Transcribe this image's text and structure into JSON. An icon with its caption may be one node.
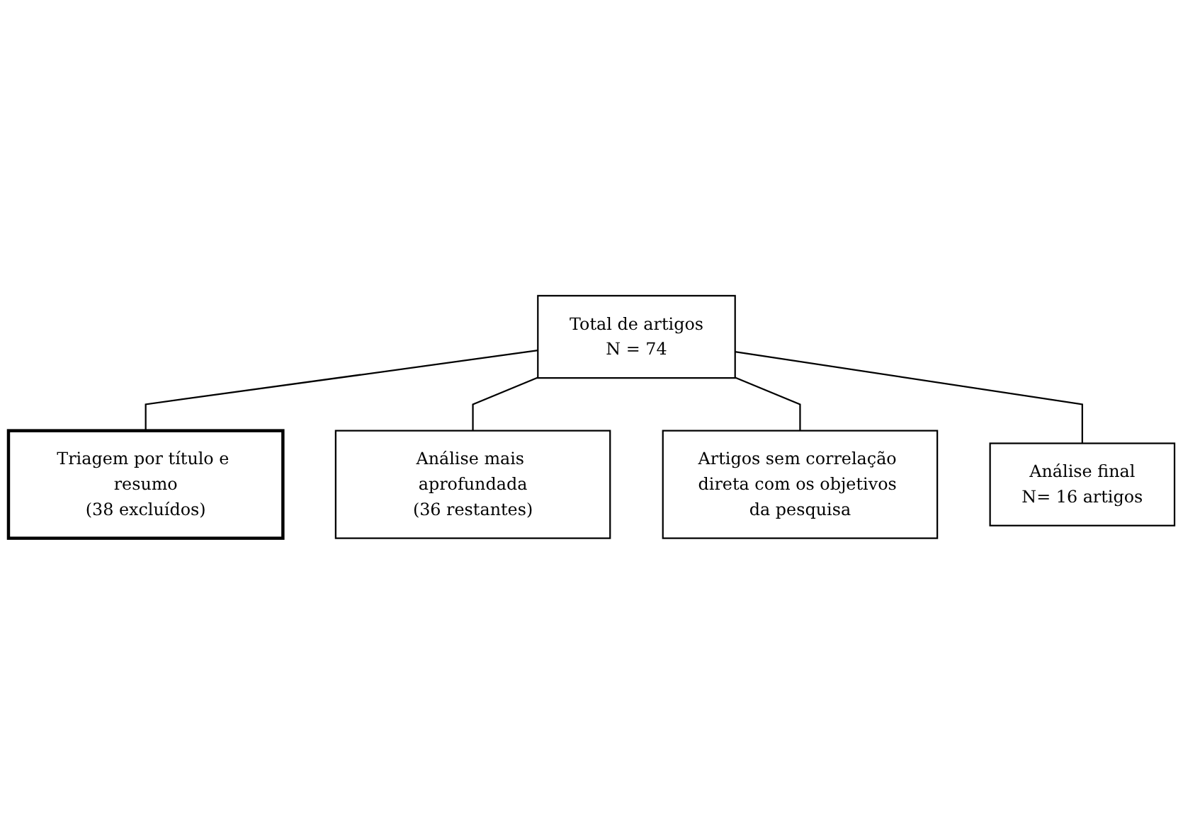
{
  "diagram": {
    "nodes": [
      {
        "text": [
          "Total de artigos",
          "N = 74"
        ]
      },
      {
        "text": [
          "Análise mais aprofundada",
          "(36 restantes)"
        ]
      },
      {
        "text": [
          "Triagem por título e resumo",
          "(38 excluídos)"
        ]
      },
      {
        "text": [
          "Artigos sem correlação direta com os objetivos da pesquisa"
        ]
      },
      {
        "text": [
          "Análise final",
          "N= 16 artigos"
        ]
      }
    ],
    "edges": [
      {
        "from": 0,
        "to": 2,
        "arrow": "none"
      },
      {
        "from": 0,
        "to": 1,
        "arrow": "none"
      },
      {
        "from": 0,
        "to": 3,
        "arrow": "none"
      },
      {
        "from": 0,
        "to": 4,
        "arrow": "none"
      }
    ]
  }
}
